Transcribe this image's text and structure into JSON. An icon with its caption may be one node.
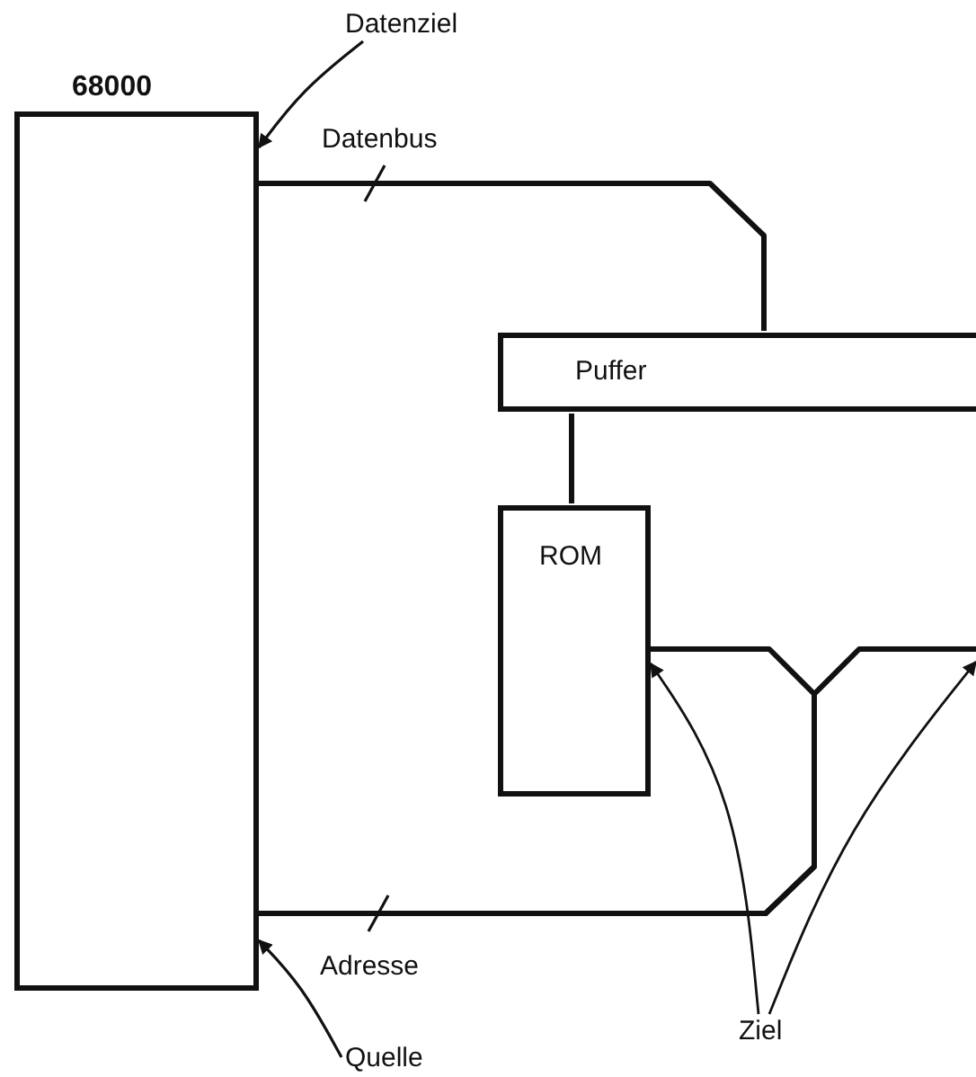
{
  "diagram": {
    "nodes": [
      {
        "text": [
          "68000"
        ]
      },
      {
        "text": [
          "Puffer"
        ]
      },
      {
        "text": [
          "ROM"
        ]
      },
      {
        "text": [
          "Datenziel"
        ]
      },
      {
        "text": [
          "Quelle"
        ]
      },
      {
        "text": [
          "Ziel"
        ]
      }
    ],
    "edges": [
      {
        "from": 0,
        "to": 1,
        "arrow": "none",
        "label": "Datenbus"
      },
      {
        "from": 1,
        "to": 2,
        "arrow": "none"
      },
      {
        "from": 0,
        "to": 2,
        "arrow": "none",
        "label": "Adresse"
      },
      {
        "from": 0,
        "to": null,
        "arrow": "none"
      },
      {
        "from": 3,
        "to": 0,
        "arrow": "to"
      },
      {
        "from": 4,
        "to": 0,
        "arrow": "to"
      },
      {
        "from": 5,
        "to": 2,
        "arrow": "to"
      },
      {
        "from": 5,
        "to": null,
        "arrow": "to"
      }
    ]
  }
}
